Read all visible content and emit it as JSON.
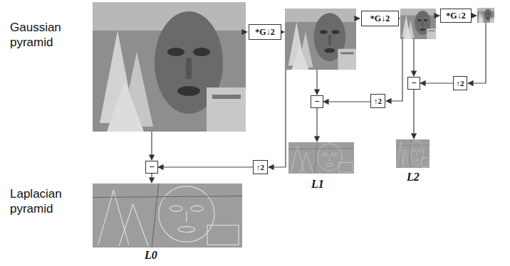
{
  "diagram": {
    "nodes": [
      {
        "text": [
          "*G↓2"
        ]
      },
      {
        "text": [
          "*G↓2"
        ]
      },
      {
        "text": [
          "*G↓2"
        ]
      },
      {
        "text": [
          "−"
        ]
      },
      {
        "text": [
          "↑2"
        ]
      },
      {
        "text": [
          "−"
        ]
      },
      {
        "text": [
          "↑2"
        ]
      },
      {
        "text": [
          "−"
        ]
      },
      {
        "text": [
          "↑2"
        ]
      }
    ],
    "edges": [
      {
        "from": 4,
        "to": 3,
        "arrow": "to"
      },
      {
        "from": 6,
        "to": 5,
        "arrow": "to"
      },
      {
        "from": 8,
        "to": 7,
        "arrow": "to"
      }
    ],
    "labels": [
      "Gaussian pyramid",
      "Laplacian pyramid",
      "L0",
      "L1",
      "L2"
    ]
  }
}
